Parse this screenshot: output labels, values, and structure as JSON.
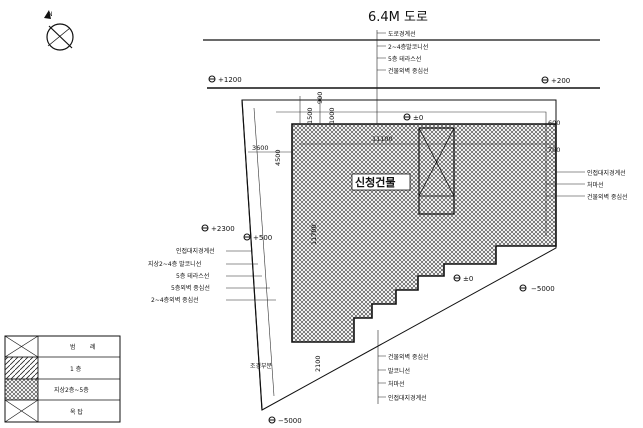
{
  "road_label": "6.4M 도로",
  "building_label": "신청건물",
  "elevations": {
    "top_left": "+1200",
    "top_right": "+200",
    "mid_left": "+2300",
    "mid_left2": "+500",
    "center_top": "±0",
    "center_bottom": "±0",
    "right_bottom": "−5000",
    "bottom": "−5000"
  },
  "top_callouts": [
    "도로경계선",
    "2~4층발코니선",
    "5층 테라스선",
    "건물외벽 중심선"
  ],
  "right_callouts": [
    "인접대지경계선",
    "처마선",
    "건물외벽 중심선"
  ],
  "left_callouts": [
    "인접대지경계선",
    "지상2~4층 발코니선",
    "5층 테라스선",
    "5층외벽 중심선",
    "2~4층외벽 중심선"
  ],
  "bottom_callouts": [
    "건물외벽 중심선",
    "발코니선",
    "처마선",
    "인접대지경계선"
  ],
  "corner_label": "조경부분",
  "dimensions": {
    "d3600": "3600",
    "d4500": "4500",
    "d1500": "1500",
    "d900": "900",
    "d1000": "1000",
    "d11100": "11100",
    "d11700": "11700",
    "d600": "600",
    "d700": "700",
    "d2100": "2100"
  },
  "legend": {
    "header": [
      "범",
      "례"
    ],
    "rows": [
      "1 층",
      "지상2층~5층",
      "옥 탑"
    ]
  }
}
